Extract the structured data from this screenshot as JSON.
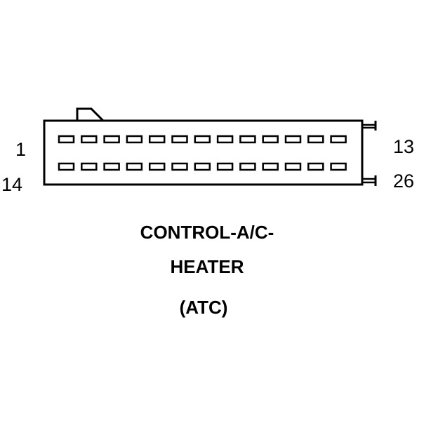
{
  "connector": {
    "rows": [
      {
        "first_pin_label": "1",
        "last_pin_label": "13",
        "cavity_count": 13
      },
      {
        "first_pin_label": "14",
        "last_pin_label": "26",
        "cavity_count": 13
      }
    ]
  },
  "caption": {
    "line1": "CONTROL-A/C-",
    "line2": "HEATER",
    "line3": "(ATC)"
  },
  "colors": {
    "stroke": "#000000",
    "background": "#ffffff"
  }
}
